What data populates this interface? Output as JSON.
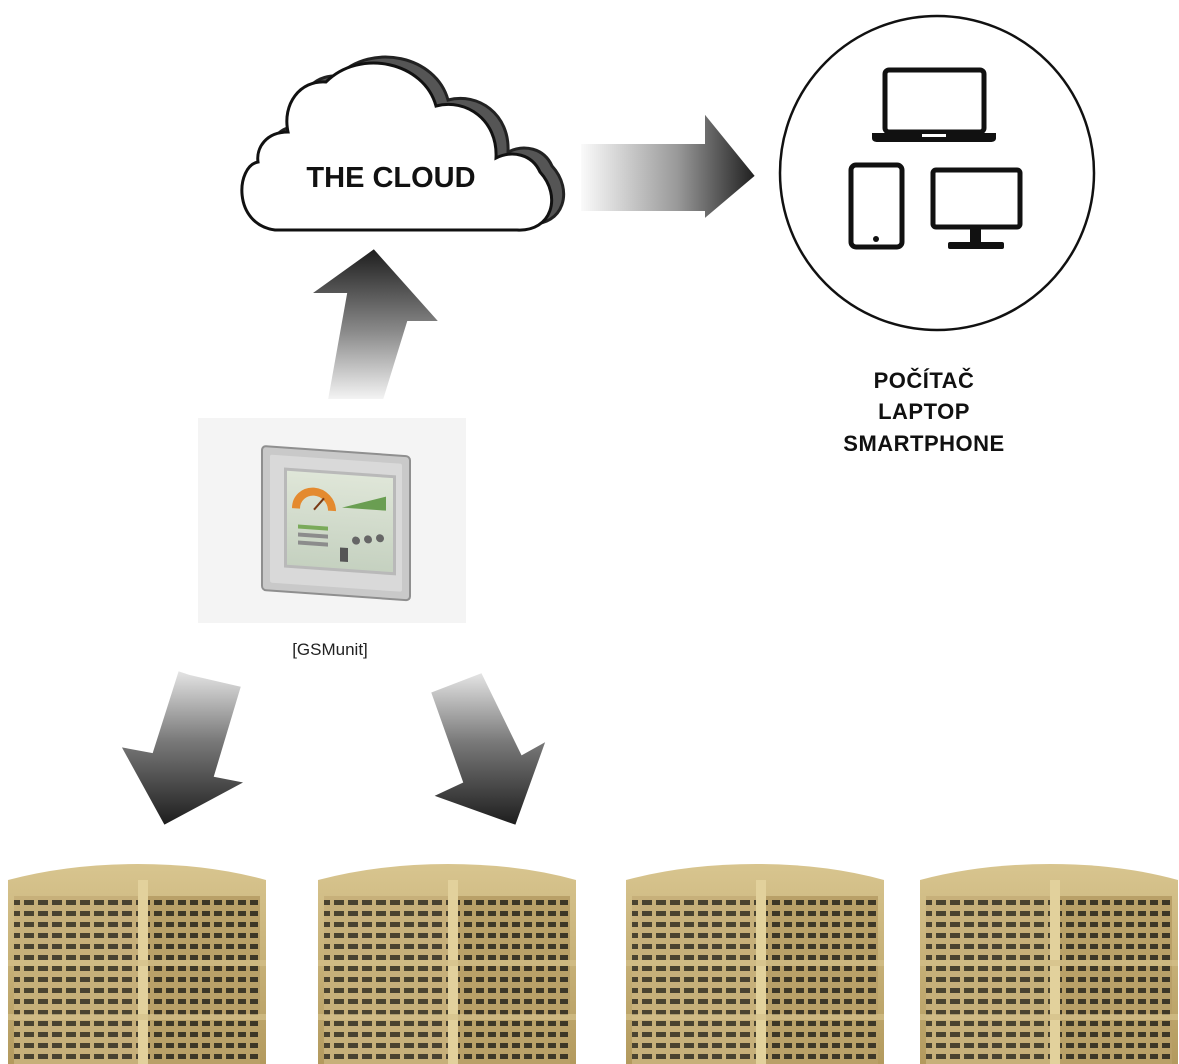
{
  "cloud": {
    "label": "THE CLOUD"
  },
  "devices": {
    "labels": [
      "POČÍTAČ",
      "LAPTOP",
      "SMARTPHONE"
    ],
    "icons": [
      "laptop-icon",
      "tablet-icon",
      "monitor-icon"
    ]
  },
  "controller": {
    "label": "[GSMunit]"
  },
  "coolers": {
    "count": 4
  },
  "colors": {
    "arrow_dark": "#222222",
    "arrow_light": "#eeeeee",
    "cooler_body": "#c9b27c",
    "outline": "#111111"
  }
}
